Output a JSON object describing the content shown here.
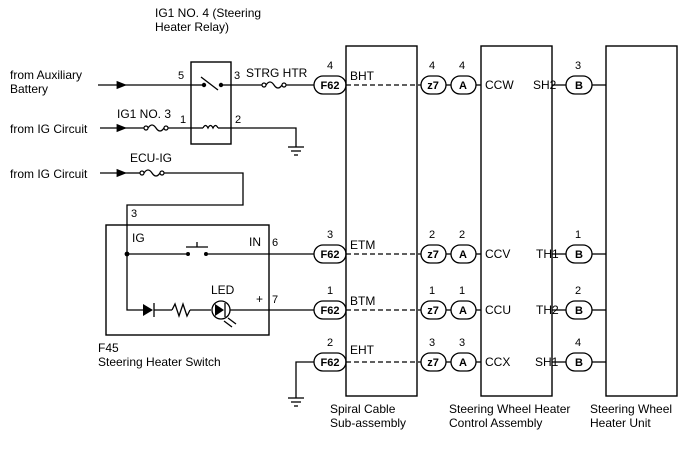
{
  "relay": {
    "title_line1": "IG1 NO. 4 (Steering",
    "title_line2": "Heater Relay)",
    "pin5": "5",
    "pin3": "3",
    "pin1": "1",
    "pin2": "2"
  },
  "sources": {
    "aux_line1": "from Auxiliary",
    "aux_line2": "Battery",
    "ig1": "from IG Circuit",
    "ig2": "from IG Circuit"
  },
  "fuses": {
    "ig1no3": "IG1 NO. 3",
    "strg_htr": "STRG HTR",
    "ecu_ig": "ECU-IG"
  },
  "switch": {
    "code": "F45",
    "name": "Steering Heater Switch",
    "pin_ig_num": "3",
    "pin_ig": "IG",
    "pin_in": "IN",
    "pin_in_num": "6",
    "led": "LED",
    "plus": "+",
    "pin_led_num": "7"
  },
  "spiral": {
    "conn": "F62",
    "line1": "Spiral Cable",
    "line2": "Sub-assembly",
    "rows": [
      {
        "pin": "4",
        "sig": "BHT"
      },
      {
        "pin": "3",
        "sig": "ETM"
      },
      {
        "pin": "1",
        "sig": "BTM"
      },
      {
        "pin": "2",
        "sig": "EHT"
      }
    ]
  },
  "control": {
    "conn_z": "z7",
    "conn_a": "A",
    "line1": "Steering Wheel Heater",
    "line2": "Control Assembly",
    "rows": [
      {
        "z": "4",
        "a": "4",
        "sig": "CCW"
      },
      {
        "z": "2",
        "a": "2",
        "sig": "CCV"
      },
      {
        "z": "1",
        "a": "1",
        "sig": "CCU"
      },
      {
        "z": "3",
        "a": "3",
        "sig": "CCX"
      }
    ]
  },
  "heater": {
    "conn": "B",
    "line1": "Steering Wheel",
    "line2": "Heater Unit",
    "rows": [
      {
        "pin": "3",
        "sig": "SH2"
      },
      {
        "pin": "1",
        "sig": "TH1"
      },
      {
        "pin": "2",
        "sig": "TH2"
      },
      {
        "pin": "4",
        "sig": "SH1"
      }
    ]
  }
}
